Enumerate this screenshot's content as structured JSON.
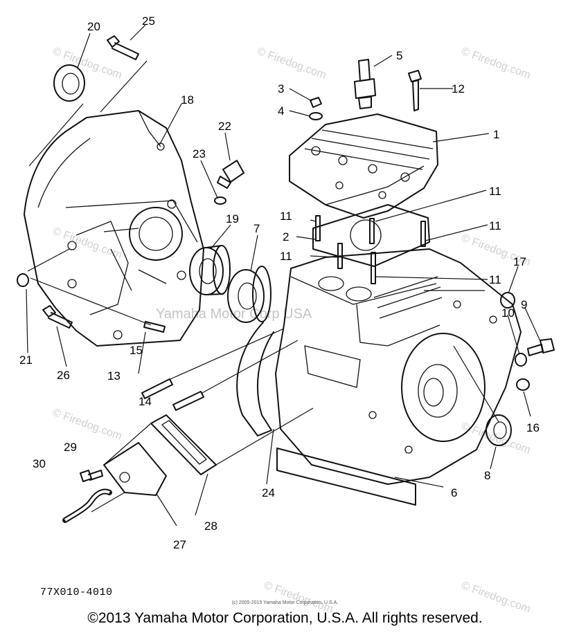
{
  "diagram": {
    "callouts": [
      {
        "id": "c20",
        "text": "20"
      },
      {
        "id": "c25",
        "text": "25"
      },
      {
        "id": "c18",
        "text": "18"
      },
      {
        "id": "c22",
        "text": "22"
      },
      {
        "id": "c23",
        "text": "23"
      },
      {
        "id": "c19",
        "text": "19"
      },
      {
        "id": "c7",
        "text": "7"
      },
      {
        "id": "c21",
        "text": "21"
      },
      {
        "id": "c26",
        "text": "26"
      },
      {
        "id": "c15",
        "text": "15"
      },
      {
        "id": "c13",
        "text": "13"
      },
      {
        "id": "c14",
        "text": "14"
      },
      {
        "id": "c29",
        "text": "29"
      },
      {
        "id": "c30",
        "text": "30"
      },
      {
        "id": "c28",
        "text": "28"
      },
      {
        "id": "c27",
        "text": "27"
      },
      {
        "id": "c24",
        "text": "24"
      },
      {
        "id": "c5",
        "text": "5"
      },
      {
        "id": "c3",
        "text": "3"
      },
      {
        "id": "c4",
        "text": "4"
      },
      {
        "id": "c12",
        "text": "12"
      },
      {
        "id": "c1",
        "text": "1"
      },
      {
        "id": "c11a",
        "text": "11"
      },
      {
        "id": "c11b",
        "text": "11"
      },
      {
        "id": "c11c",
        "text": "11"
      },
      {
        "id": "c2",
        "text": "2"
      },
      {
        "id": "c11d",
        "text": "11"
      },
      {
        "id": "c11e",
        "text": "11"
      },
      {
        "id": "c17",
        "text": "17"
      },
      {
        "id": "c9",
        "text": "9"
      },
      {
        "id": "c10",
        "text": "10"
      },
      {
        "id": "c16",
        "text": "16"
      },
      {
        "id": "c8",
        "text": "8"
      },
      {
        "id": "c6",
        "text": "6"
      }
    ],
    "watermark_text": "© Firedog.com",
    "watermark_center": "Yamaha Motor Corp USA",
    "diagram_code": "77X010-4010",
    "small_copyright": "(c) 2005-2015 Yamaha Motor Corporation, U.S.A.",
    "copyright": "©2013 Yamaha Motor Corporation, U.S.A. All rights reserved."
  }
}
